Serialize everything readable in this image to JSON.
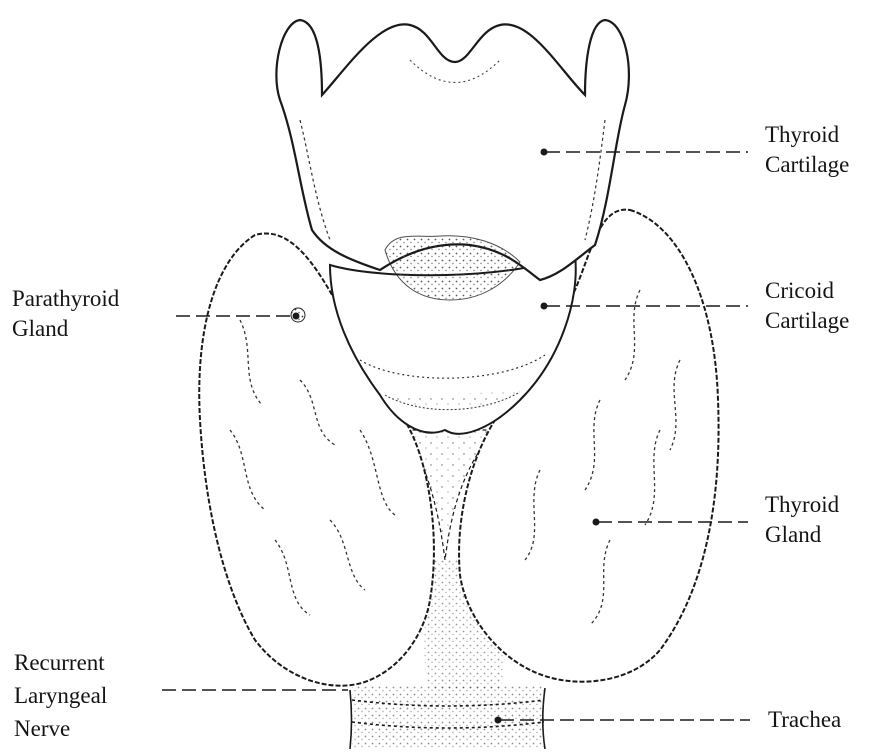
{
  "labels": {
    "thyroid_cartilage": [
      "Thyroid",
      "Cartilage"
    ],
    "cricoid_cartilage": [
      "Cricoid",
      "Cartilage"
    ],
    "parathyroid_gland": [
      "Parathyroid",
      "Gland"
    ],
    "thyroid_gland": [
      "Thyroid",
      "Gland"
    ],
    "recurrent_laryngeal_nerve": [
      "Recurrent",
      "Laryngeal",
      "Nerve"
    ],
    "trachea": [
      "Trachea"
    ]
  },
  "colors": {
    "ink": "#1a1a1a",
    "background": "#ffffff"
  }
}
